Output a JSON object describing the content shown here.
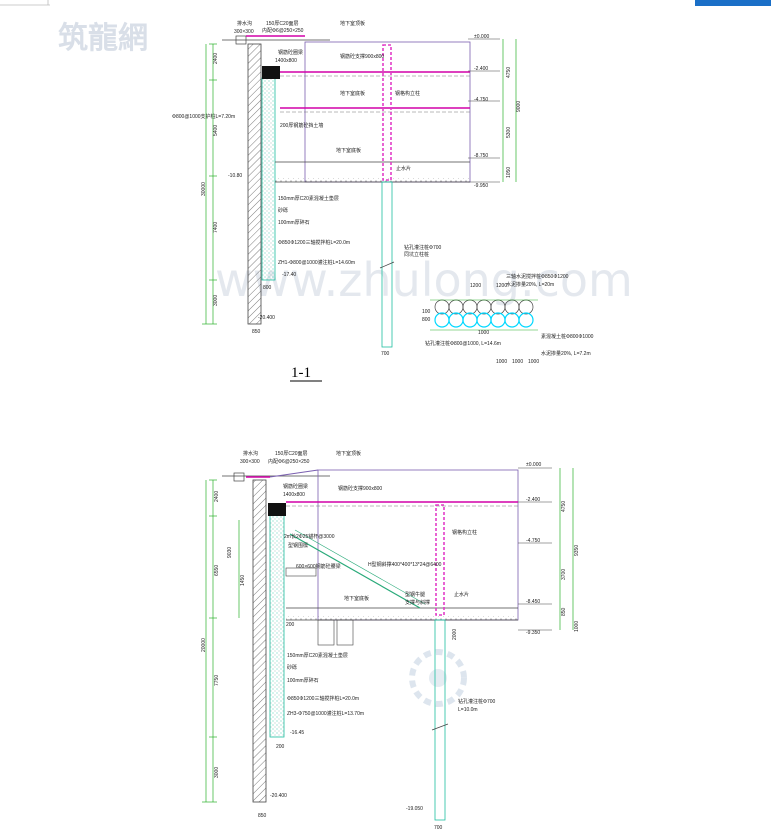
{
  "watermark": {
    "site_name": "筑龍網",
    "url": "www.zhulong.com"
  },
  "colors": {
    "line": "#444444",
    "pile": "#1fbfa0",
    "strut": "#d200a8",
    "column": "#e23dc8",
    "section": "#4a3aa8",
    "slope": "#2aaa7a",
    "arc": "#00d8ff",
    "dim": "#2bb02b"
  },
  "section_1": {
    "title": "1-1",
    "labels": {
      "drain_ditch": "排水沟",
      "drain_ditch_size": "300×300",
      "cover": "150厚C20面层",
      "cover_mesh": "内配Φ6@250×250",
      "crown_beam": "钢筋砼圈梁",
      "crown_beam_size": "1400x800",
      "strut": "钢筋砼支撑900x800",
      "slab_top": "地下室顶板",
      "slab_mid": "地下室底板",
      "slab_bot": "地下室底板",
      "column": "钢格构立柱",
      "retaining_pile": "Φ800@1000支护桩L=7.20m",
      "bulkhead": "200厚钢筋砼挡土墙",
      "waterstop_plate": "止水片",
      "cover_layer": "150mm厚C20素混凝土垫层",
      "sand": "砂砾",
      "gravel": "100mm厚碎石",
      "mixing_pile": "Φ850Φ1200三轴搅拌桩L=20.0m",
      "bored_pile": "ZH1-Φ800@1000灌注桩L=14.60m",
      "column_pile": "钻孔灌注桩Φ700",
      "column_pile_note": "同坑立柱桩",
      "plan_note_1": "三轴水泥搅拌桩Φ850Φ1200",
      "plan_note_2": "水泥掺量20%, L=20m",
      "plan_note_3": "钻孔灌注桩Φ800@1000, L=14.6m",
      "plan_note_4": "素混凝土桩Φ800Φ1000",
      "plan_note_5": "水泥掺量20%, L=7.2m"
    },
    "levels": [
      "±0.000",
      "-2.400",
      "-4.750",
      "-8.750",
      "-9.950",
      "-10.80",
      "-17.40",
      "-20.400"
    ],
    "left_dims": [
      "2400",
      "5400",
      "7400",
      "3000",
      "30000"
    ],
    "right_dims": [
      "4750",
      "9000",
      "5300",
      "1050"
    ],
    "bottom_dims": [
      "800",
      "850",
      "700"
    ],
    "plan_dims_top": [
      "1200",
      "1200"
    ],
    "plan_dims_bottom": [
      "1000",
      "1000",
      "1000",
      "1000"
    ],
    "plan_dims_side": [
      "100",
      "800"
    ]
  },
  "section_2": {
    "labels": {
      "drain_ditch": "排水沟",
      "drain_ditch_size": "300×300",
      "cover": "150厚C20面层",
      "cover_mesh": "内配Φ6@250×250",
      "crown_beam": "钢筋砼圈梁",
      "crown_beam_size": "1400x800",
      "strut": "钢筋砼支撑900x800",
      "slab_top": "地下室顶板",
      "slab_mid": "地下室底板",
      "column": "钢格构立柱",
      "anchor": "2m长2Φ25锚杆@3000",
      "waling": "型钢围檩",
      "beam": "600×600钢筋砼腰梁",
      "steel_strut": "H型钢斜撑400*400*13*24@6400",
      "steel_foot": "型钢牛腿",
      "foot_note": "支撑与斜撑",
      "waterstop_plate": "止水片",
      "cover_layer": "150mm厚C20素混凝土垫层",
      "sand": "砂砾",
      "gravel": "100mm厚碎石",
      "mixing_pile": "Φ850Φ1200三轴搅拌桩L=20.0m",
      "bored_pile": "ZH3-Φ750@1000灌注桩L=13.70m",
      "column_pile": "钻孔灌注桩Φ700",
      "column_pile_len": "L=10.0m"
    },
    "levels": [
      "±0.000",
      "-2.400",
      "-4.750",
      "-8.450",
      "-9.350",
      "-16.45",
      "-19.050",
      "-20.400"
    ],
    "left_dims": [
      "2400",
      "6550",
      "1450",
      "7750",
      "3000",
      "20000"
    ],
    "inner_dims": [
      "9030"
    ],
    "right_dims": [
      "4750",
      "9350",
      "3700",
      "850",
      "1000"
    ],
    "misc_dims": [
      "2000"
    ],
    "bottom_dims": [
      "200",
      "850",
      "700",
      "200"
    ]
  }
}
